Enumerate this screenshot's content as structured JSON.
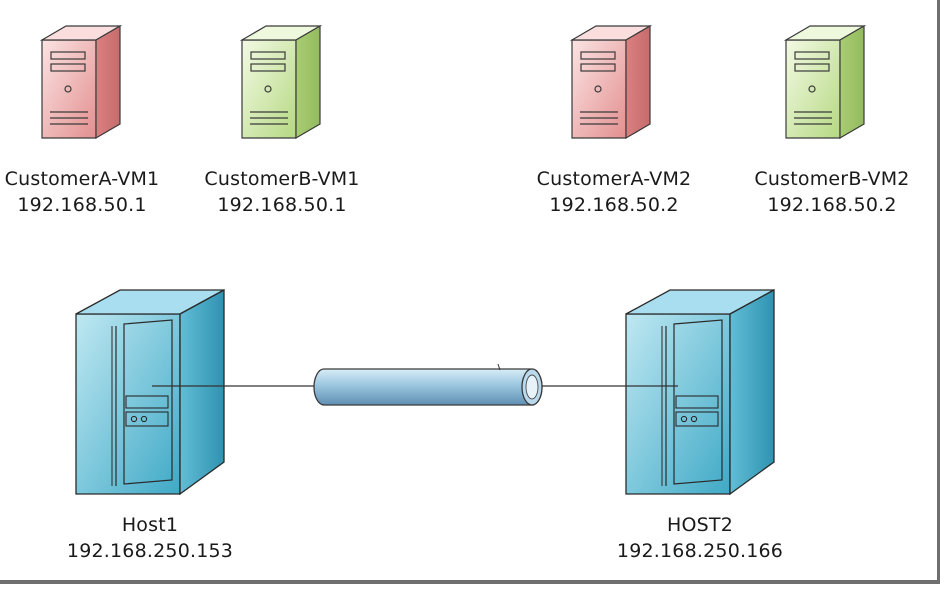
{
  "vms": [
    {
      "name": "CustomerA-VM1",
      "ip": "192.168.50.1",
      "color": "pink"
    },
    {
      "name": "CustomerB-VM1",
      "ip": "192.168.50.1",
      "color": "green"
    },
    {
      "name": "CustomerA-VM2",
      "ip": "192.168.50.2",
      "color": "pink"
    },
    {
      "name": "CustomerB-VM2",
      "ip": "192.168.50.2",
      "color": "green"
    }
  ],
  "hosts": [
    {
      "name": "Host1",
      "ip": "192.168.250.153"
    },
    {
      "name": "HOST2",
      "ip": "192.168.250.166"
    }
  ],
  "colors": {
    "pink": "#f0a9a9",
    "green": "#c5e29a",
    "host": "#4fb8d0",
    "tunnel": "#8ab8d6"
  }
}
